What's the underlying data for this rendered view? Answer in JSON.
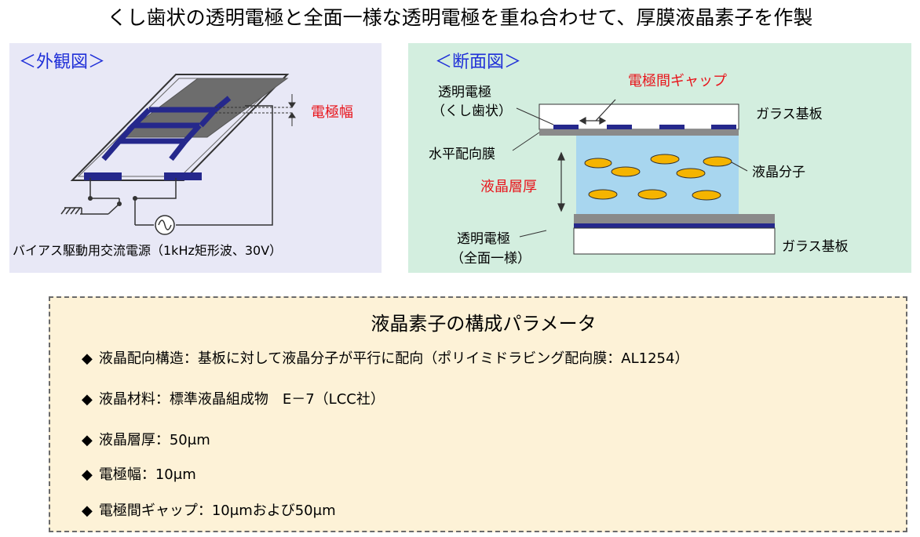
{
  "title": "くし歯状の透明電極と全面一様な透明電極を重ね合わせて、厚膜液晶素子を作製",
  "external_view": {
    "label": "＜外観図＞",
    "electrode_width_label": "電極幅",
    "power_supply_label": "バイアス駆動用交流電源（1kHz矩形波、30V）"
  },
  "cross_section": {
    "label": "＜断面図＞",
    "electrode_gap_label": "電極間ギャップ",
    "comb_electrode_line1": "透明電極",
    "comb_electrode_line2": "（くし歯状）",
    "glass_top": "ガラス基板",
    "alignment_film": "水平配向膜",
    "lc_molecule": "液晶分子",
    "lc_thickness": "液晶層厚",
    "uniform_electrode_line1": "透明電極",
    "uniform_electrode_line2": "（全面一様）",
    "glass_bottom": "ガラス基板"
  },
  "parameters": {
    "title": "液晶素子の構成パラメータ",
    "bullet": "◆",
    "items": [
      {
        "key": "液晶配向構造",
        "value": "基板に対して液晶分子が平行に配向（ポリイミドラビング配向膜：AL1254）"
      },
      {
        "key": "液晶材料",
        "value": "標準液晶組成物　E－7（LCC社）"
      },
      {
        "key": "液晶層厚",
        "value": "50μm"
      },
      {
        "key": "電極幅",
        "value": "10μm"
      },
      {
        "key": "電極間ギャップ",
        "value": "10μmおよび50μm"
      }
    ]
  },
  "colors": {
    "electrode": "#25288c",
    "glass_plate": "#8a8a8a",
    "lc_layer": "#a8d6ef",
    "molecule": "#f5b400",
    "label_accent": "#1f2fd8",
    "highlight": "#e8141b"
  }
}
